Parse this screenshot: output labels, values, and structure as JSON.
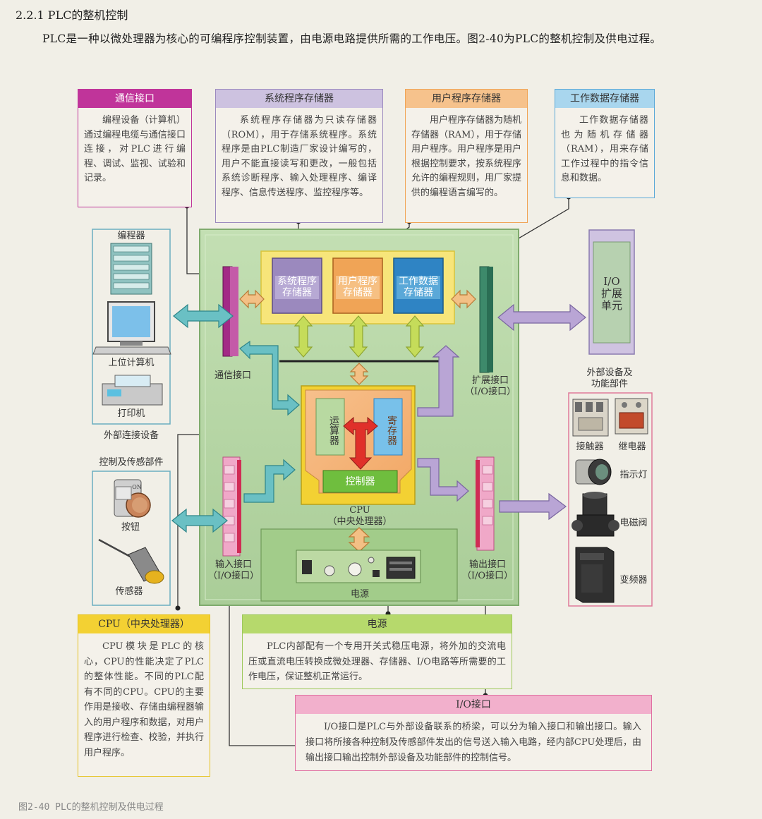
{
  "section_title": "2.2.1 PLC的整机控制",
  "intro": "PLC是一种以微处理器为核心的可编程序控制装置，由电源电路提供所需的工作电压。图2-40为PLC的整机控制及供电过程。",
  "caption": "图2-40 PLC的整机控制及供电过程",
  "boxes": {
    "comm": {
      "title": "通信接口",
      "text": "编程设备（计算机）通过编程电缆与通信接口连接，对PLC进行编程、调试、监视、试验和记录。"
    },
    "sysmem": {
      "title": "系统程序存储器",
      "text": "系统程序存储器为只读存储器（ROM），用于存储系统程序。系统程序是由PLC制造厂家设计编写的，用户不能直接读写和更改，一般包括系统诊断程序、输入处理程序、编译程序、信息传送程序、监控程序等。"
    },
    "usermem": {
      "title": "用户程序存储器",
      "text": "用户程序存储器为随机存储器（RAM），用于存储用户程序。用户程序是用户根据控制要求，按系统程序允许的编程规则，用厂家提供的编程语言编写的。"
    },
    "datamem": {
      "title": "工作数据存储器",
      "text": "工作数据存储器也为随机存储器（RAM），用来存储工作过程中的指令信息和数据。"
    },
    "cpu": {
      "title": "CPU（中央处理器）",
      "text": "CPU模块是PLC的核心，CPU的性能决定了PLC的整体性能。不同的PLC配有不同的CPU。CPU的主要作用是接收、存储由编程器输入的用户程序和数据，对用户程序进行检查、校验，并执行用户程序。"
    },
    "power": {
      "title": "电源",
      "text": "PLC内部配有一个专用开关式稳压电源，将外加的交流电压或直流电压转换成微处理器、存储器、I/O电路等所需要的工作电压，保证整机正常运行。"
    },
    "io": {
      "title": "I/O接口",
      "text": "I/O接口是PLC与外部设备联系的桥梁，可以分为输入接口和输出接口。输入接口将所接各种控制及传感部件发出的信号送入输入电路，经内部CPU处理后，由输出接口输出控制外部设备及功能部件的控制信号。"
    }
  },
  "diagram": {
    "mem_sys": [
      "系统程序",
      "存储器"
    ],
    "mem_user": [
      "用户程序",
      "存储器"
    ],
    "mem_data": [
      "工作数据",
      "存储器"
    ],
    "alu": "运算器",
    "reg": "寄存器",
    "ctrl": "控制器",
    "cpu_label": [
      "CPU",
      "（中央处理器）"
    ],
    "power_label": "电源",
    "comm_port": "通信接口",
    "ext_port": [
      "扩展接口",
      "（I/O接口）"
    ],
    "in_port": [
      "输入接口",
      "（I/O接口）"
    ],
    "out_port": [
      "输出接口",
      "（I/O接口）"
    ],
    "io_ext": [
      "I/O",
      "扩展",
      "单元"
    ]
  },
  "left_ext": {
    "programmer": "编程器",
    "computer": "上位计算机",
    "printer": "打印机",
    "group": "外部连接设备"
  },
  "left_ctrl": {
    "group": "控制及传感部件",
    "button": "按钮",
    "sensor": "传感器",
    "on_mark": "ON"
  },
  "right_dev": {
    "group": [
      "外部设备及",
      "功能部件"
    ],
    "contactor": "接触器",
    "relay": "继电器",
    "lamp": "指示灯",
    "valve": "电磁阀",
    "inverter": "变频器"
  },
  "colors": {
    "comm": "#c0349a",
    "sysmem": "#9b89be",
    "usermem": "#f0a456",
    "datamem": "#5aa8d8",
    "cpu": "#f3d133",
    "power": "#b6d96c",
    "io": "#e070a2",
    "board": "#b9d8a9"
  }
}
